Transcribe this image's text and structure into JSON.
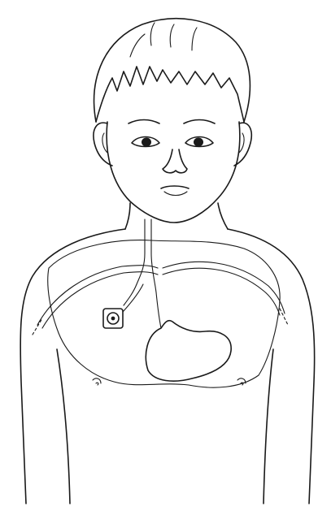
{
  "figure": {
    "subject": "child",
    "depicted_items": [
      "hair",
      "eyes",
      "nose",
      "mouth",
      "ears",
      "neck",
      "chest",
      "clavicles",
      "heart",
      "implanted-port",
      "catheter-line",
      "nipples"
    ],
    "colors": {
      "line": "#1a1a1a",
      "background": "#ffffff"
    }
  }
}
